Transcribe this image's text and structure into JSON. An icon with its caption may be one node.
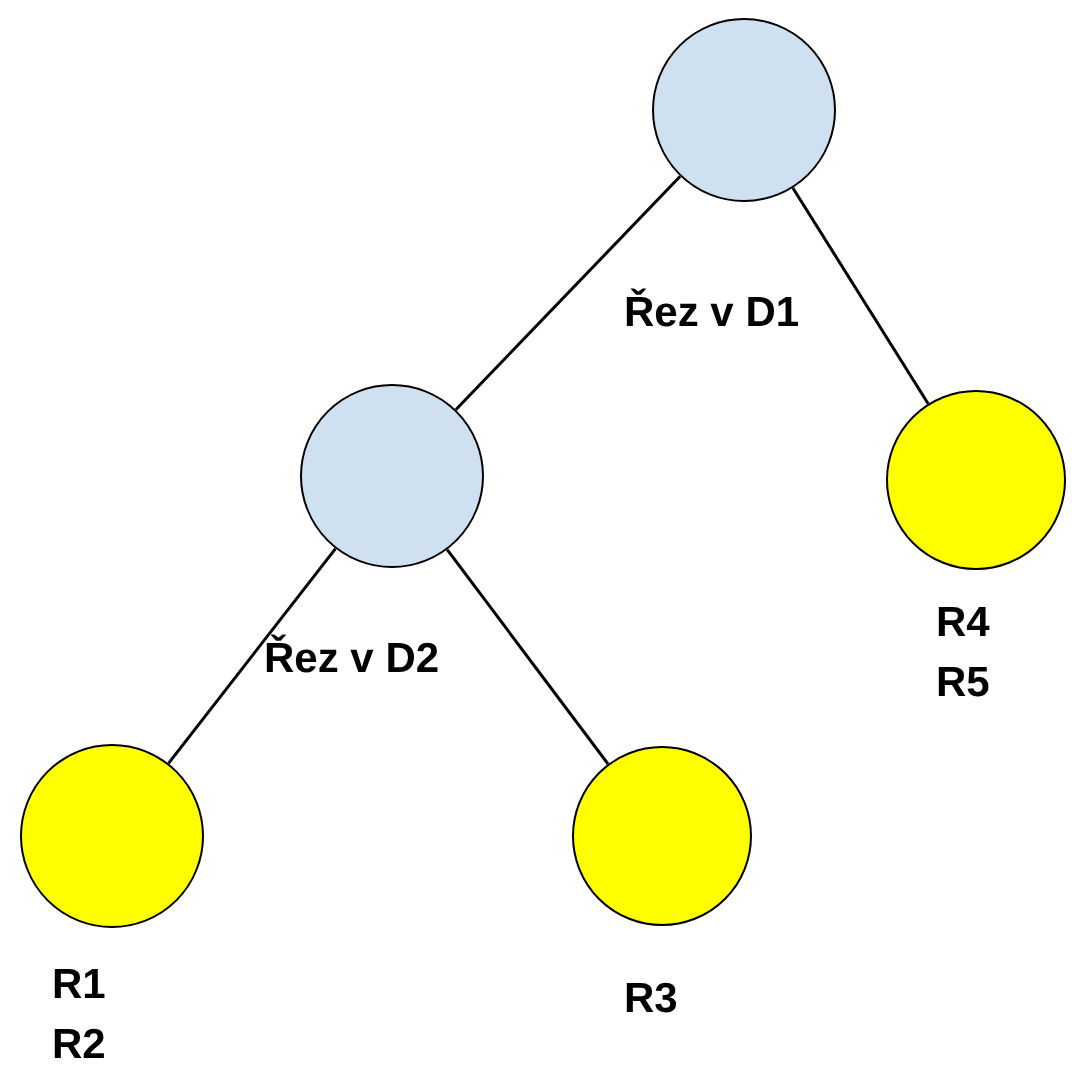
{
  "diagram": {
    "nodes": [
      {
        "text": [],
        "shape": "circle"
      },
      {
        "text": [],
        "shape": "circle"
      },
      {
        "text": [],
        "shape": "circle",
        "beside": [
          "R4 R5"
        ]
      },
      {
        "text": [],
        "shape": "circle",
        "beside": [
          "R1 R2"
        ]
      },
      {
        "text": [],
        "shape": "circle",
        "beside": [
          "R3"
        ]
      }
    ],
    "edges": [
      {
        "from": 0,
        "to": 1,
        "arrow": "none"
      },
      {
        "from": 0,
        "to": 2,
        "arrow": "none"
      },
      {
        "from": 1,
        "to": 3,
        "arrow": "none"
      },
      {
        "from": 1,
        "to": 4,
        "arrow": "none"
      }
    ],
    "labels": [
      "Řez v D1",
      "Řez v D2"
    ]
  }
}
